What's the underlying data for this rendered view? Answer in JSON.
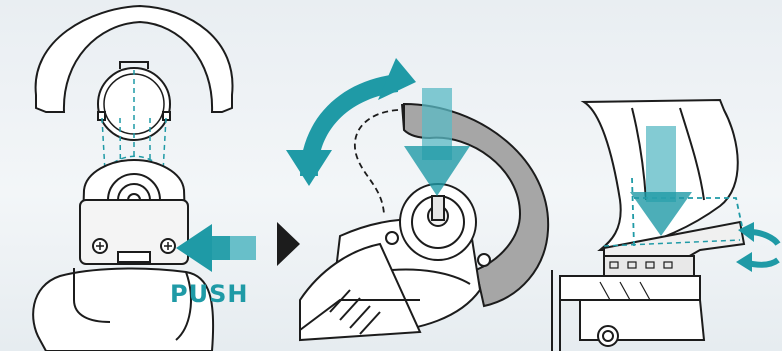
{
  "push_label": "PUSH",
  "colors": {
    "teal": "#1f9aa6",
    "teal_light": "#59b9c4",
    "guard_gray": "#a6a6a6",
    "outline": "#1c1c1c",
    "background": "#eef2f5"
  },
  "steps": [
    {
      "panel": "left",
      "icon": "push-arrow-icon"
    },
    {
      "panel": "middle",
      "icon": "rotate-double-arrow-icon"
    },
    {
      "panel": "right",
      "icon": "down-arrow-icon"
    }
  ]
}
